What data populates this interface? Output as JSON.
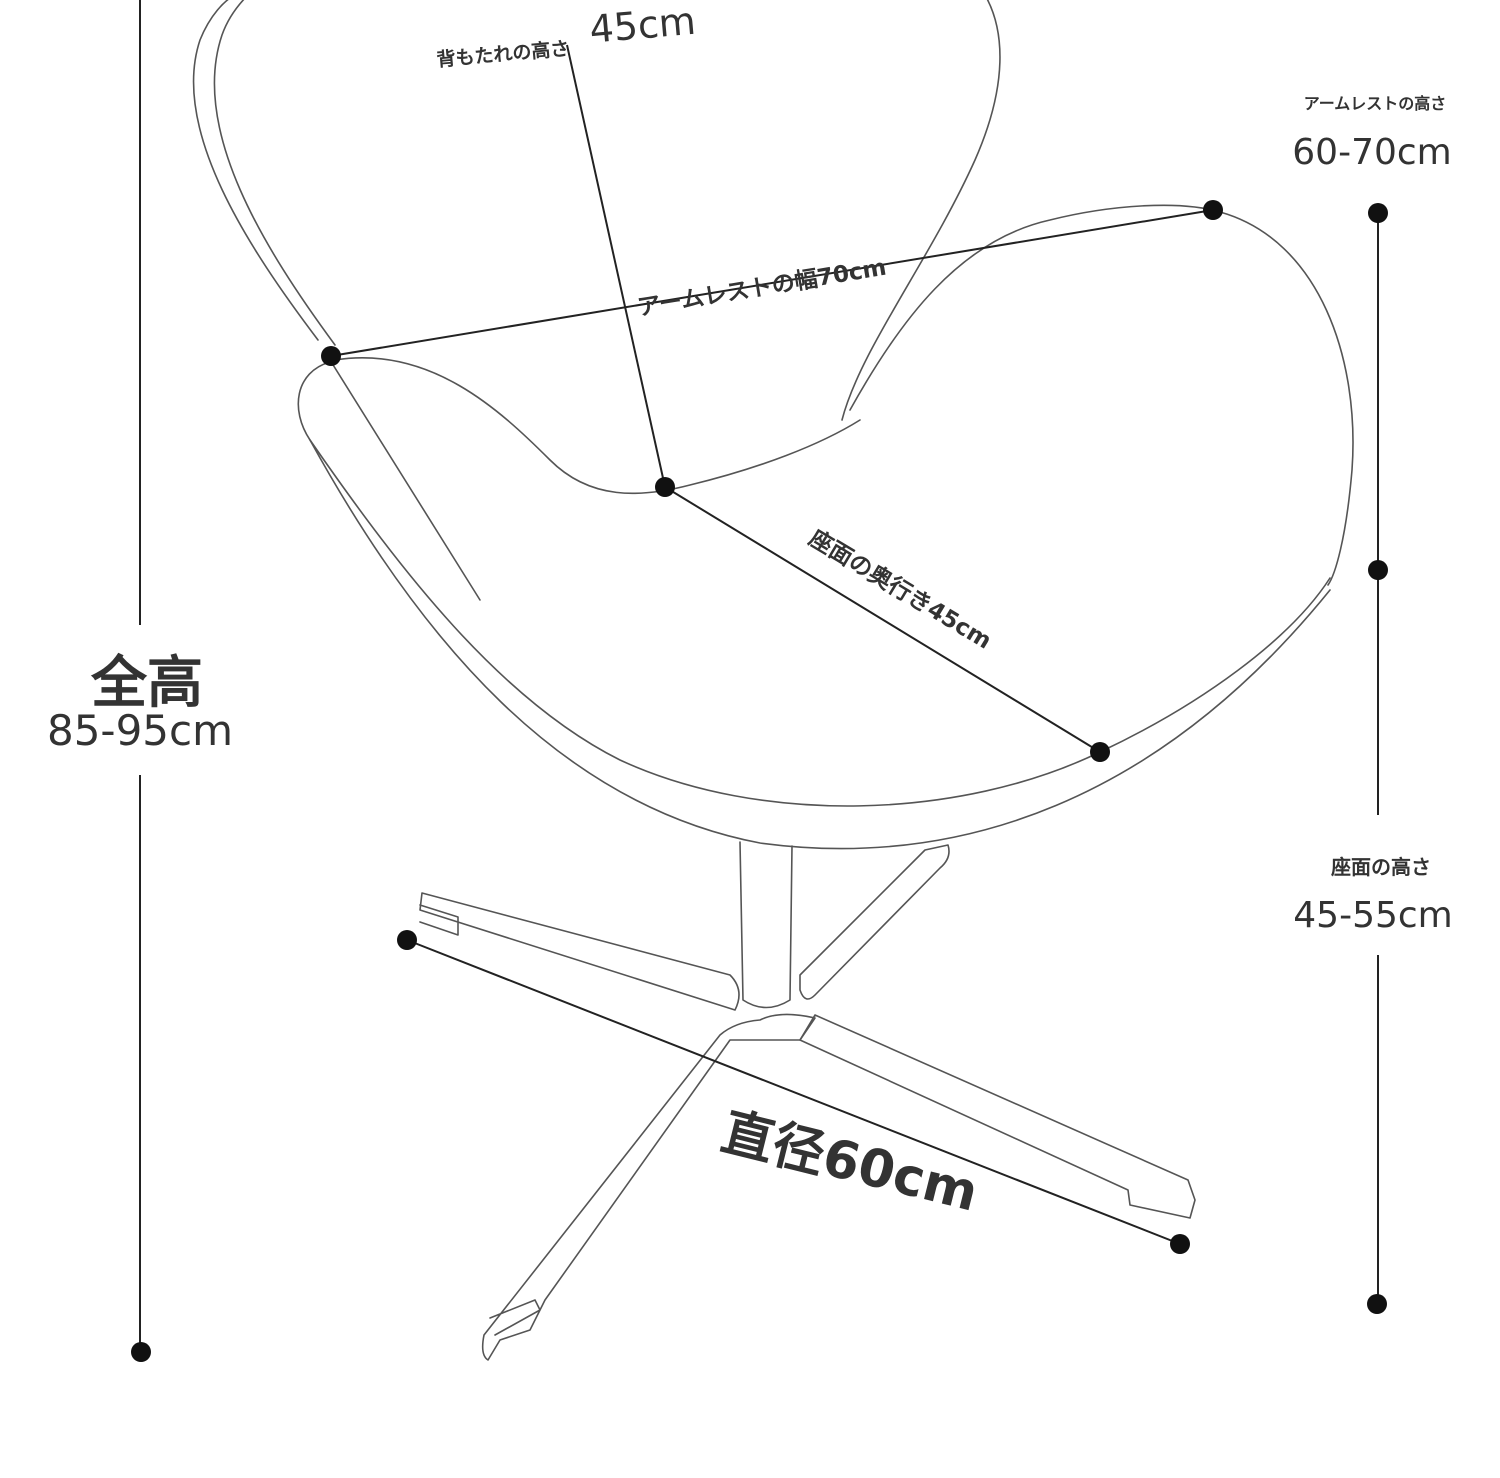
{
  "labels": {
    "backrest_height": {
      "label": "背もたれの高さ",
      "value": "45cm"
    },
    "armrest_height": {
      "label": "アームレストの高さ",
      "value": "60-70cm"
    },
    "armrest_width": {
      "text": "アームレストの幅70cm"
    },
    "seat_depth": {
      "text": "座面の奥行き45cm"
    },
    "total_height": {
      "label": "全高",
      "value": "85-95cm"
    },
    "seat_height": {
      "label": "座面の高さ",
      "value": "45-55cm"
    },
    "diameter": {
      "text": "直径60cm"
    }
  },
  "colors": {
    "line": "#555555",
    "dimension": "#222222",
    "text": "#333333"
  }
}
